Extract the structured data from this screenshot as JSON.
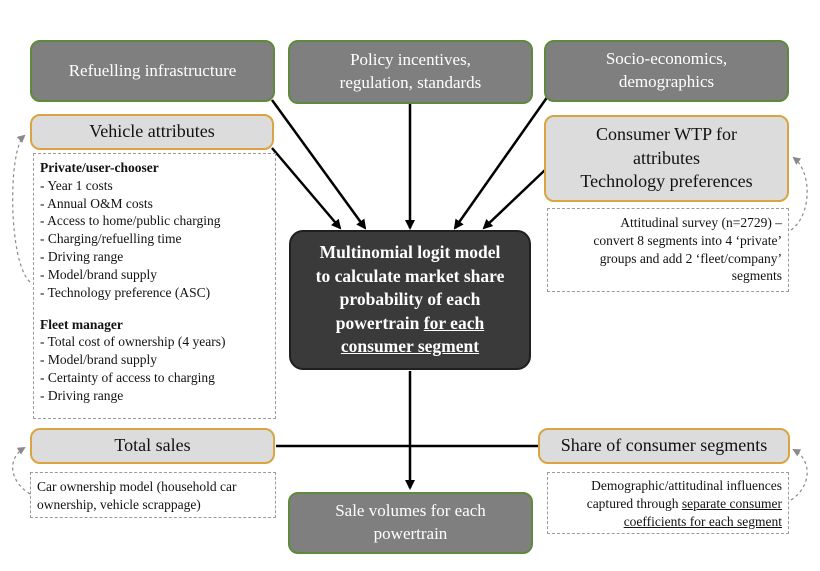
{
  "boxes": {
    "refuelling": "Refuelling infrastructure",
    "policy_line1": "Policy incentives,",
    "policy_line2": "regulation, standards",
    "socio_line1": "Socio-economics,",
    "socio_line2": "demographics",
    "vehicle_attributes": "Vehicle attributes",
    "wtp_line1": "Consumer WTP for",
    "wtp_line2": "attributes",
    "wtp_line3": "Technology preferences",
    "total_sales": "Total sales",
    "share_segments": "Share of consumer segments",
    "sale_volumes_line1": "Sale volumes for each",
    "sale_volumes_line2": "powertrain"
  },
  "central": {
    "line1": "Multinomial logit model",
    "line2": "to calculate market share",
    "line3": "probability of each",
    "line4_plain": "powertrain ",
    "line4_underlined": "for each",
    "line5_underlined": "consumer segment"
  },
  "vehicle_attributes_detail": {
    "private_heading": "Private/user-chooser",
    "private_items": [
      "- Year 1 costs",
      "- Annual O&M costs",
      "- Access to home/public charging",
      "- Charging/refuelling time",
      "- Driving range",
      "- Model/brand supply",
      "- Technology preference (ASC)"
    ],
    "fleet_heading": "Fleet manager",
    "fleet_items": [
      "- Total cost of ownership (4 years)",
      "- Model/brand supply",
      "- Certainty of access to charging",
      "- Driving range"
    ]
  },
  "survey_note": {
    "line1": "Attitudinal survey (n=2729) –",
    "line2": "convert 8 segments into 4 ‘private’",
    "line3": "groups and add 2 ‘fleet/company’",
    "line4": "segments"
  },
  "car_ownership_note": {
    "line1": "Car ownership model (household car",
    "line2": "ownership, vehicle scrappage)"
  },
  "demographic_note": {
    "line1": "Demographic/attitudinal influences",
    "line2_plain": "captured through ",
    "line2_underlined": "separate consumer",
    "line3_underlined": "coefficients for each segment"
  },
  "colors": {
    "input_box": "#7f7f7f",
    "input_border": "#5d8a3c",
    "attribute_box": "#dcdcdc",
    "attribute_border": "#d9a441",
    "model_box": "#3a3a3a",
    "arrow": "#000000"
  }
}
